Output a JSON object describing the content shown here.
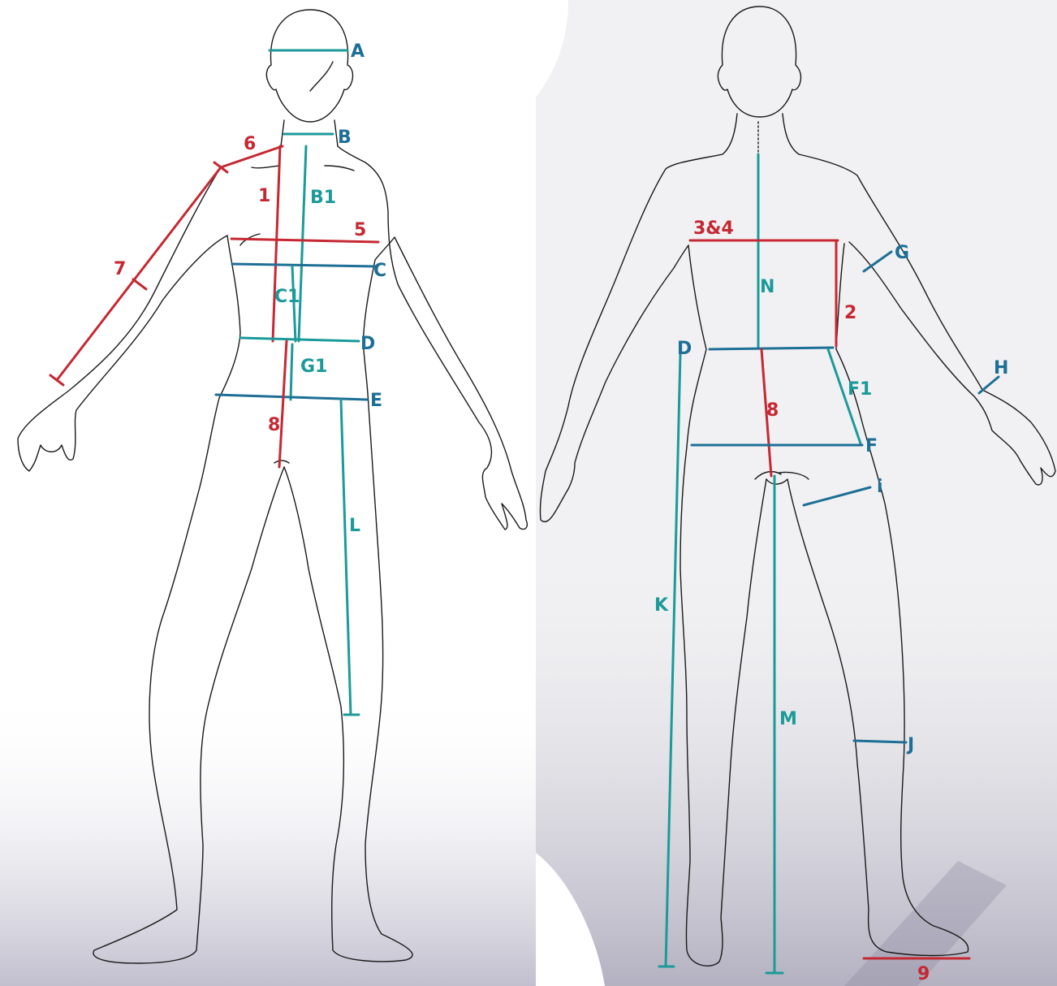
{
  "colors": {
    "teal": "#1c9a9a",
    "blue": "#1d6f96",
    "red": "#c62832",
    "outline": "#1a1a1a",
    "paper_left": "#ffffff",
    "paper_right": "#f1f1f3",
    "smudge": "#8c8aa0"
  },
  "front_view": {
    "labels": {
      "A": "A",
      "B": "B",
      "B1": "B1",
      "C": "C",
      "C1": "C1",
      "D": "D",
      "G1": "G1",
      "E": "E",
      "L": "L",
      "n1": "1",
      "n5": "5",
      "n6": "6",
      "n7": "7",
      "n8": "8"
    }
  },
  "back_view": {
    "labels": {
      "n34": "3&4",
      "N": "N",
      "n2": "2",
      "D": "D",
      "F1": "F1",
      "n8": "8",
      "F": "F",
      "G": "G",
      "H": "H",
      "i": "i",
      "K": "K",
      "M": "M",
      "J": "J",
      "n9": "9"
    }
  }
}
